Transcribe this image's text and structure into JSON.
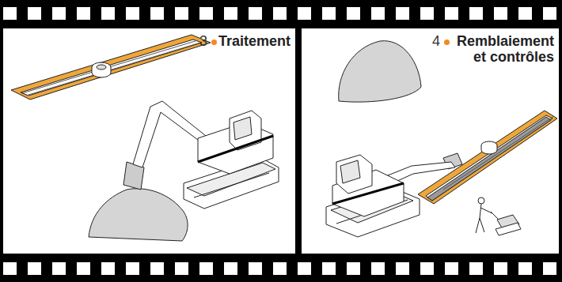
{
  "diagram": {
    "nodes": [
      {
        "text": [
          "3",
          "Traitement"
        ]
      },
      {
        "text": [
          "4",
          "Remblaiement et contrôles"
        ]
      }
    ]
  }
}
